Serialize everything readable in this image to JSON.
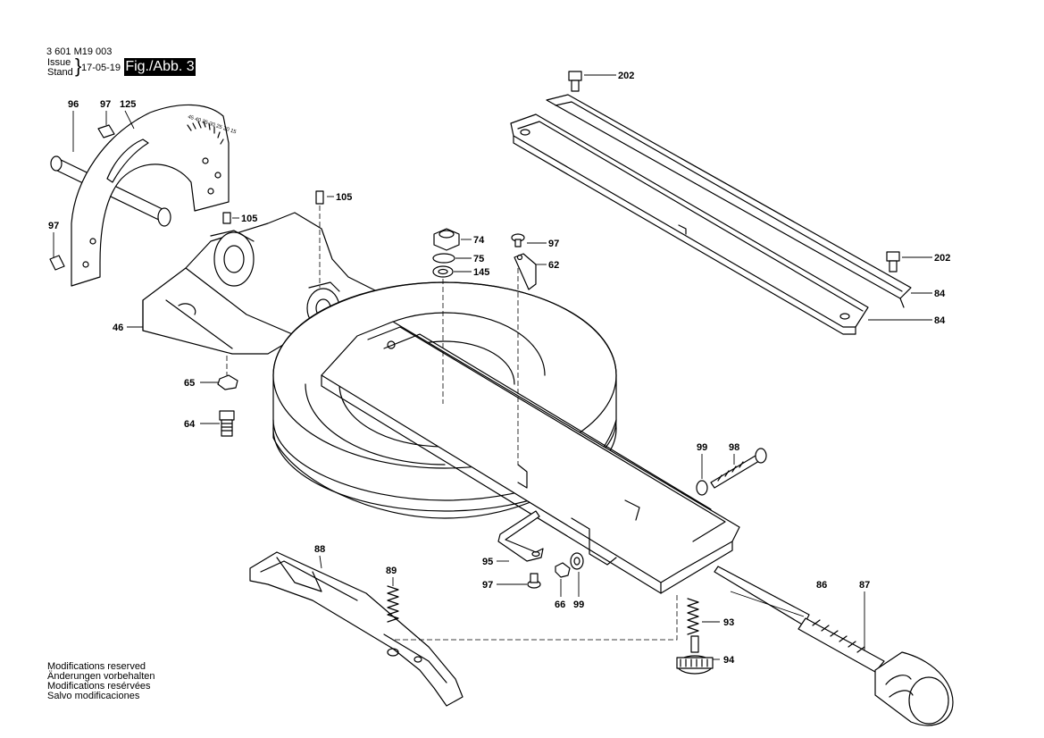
{
  "header": {
    "doc_number": "3 601 M19 003",
    "issue_label": "Issue",
    "stand_label": "Stand",
    "date": "17-05-19",
    "figure": "Fig./Abb. 3"
  },
  "notes": [
    "Modifications reserved",
    "Änderungen vorbehalten",
    "Modifications resérvées",
    "Salvo modificaciones"
  ],
  "scale_marks": "45 40 35 30 25 20 15",
  "callouts": [
    {
      "id": "c96a",
      "label": "96"
    },
    {
      "id": "c97a",
      "label": "97"
    },
    {
      "id": "c125",
      "label": "125"
    },
    {
      "id": "c97b",
      "label": "97"
    },
    {
      "id": "c105a",
      "label": "105"
    },
    {
      "id": "c105b",
      "label": "105"
    },
    {
      "id": "c46",
      "label": "46"
    },
    {
      "id": "c65",
      "label": "65"
    },
    {
      "id": "c64",
      "label": "64"
    },
    {
      "id": "c74",
      "label": "74"
    },
    {
      "id": "c75",
      "label": "75"
    },
    {
      "id": "c145",
      "label": "145"
    },
    {
      "id": "c97c",
      "label": "97"
    },
    {
      "id": "c62",
      "label": "62"
    },
    {
      "id": "c202a",
      "label": "202"
    },
    {
      "id": "c202b",
      "label": "202"
    },
    {
      "id": "c84a",
      "label": "84"
    },
    {
      "id": "c84b",
      "label": "84"
    },
    {
      "id": "c99a",
      "label": "99"
    },
    {
      "id": "c98",
      "label": "98"
    },
    {
      "id": "c88",
      "label": "88"
    },
    {
      "id": "c89",
      "label": "89"
    },
    {
      "id": "c95",
      "label": "95"
    },
    {
      "id": "c97d",
      "label": "97"
    },
    {
      "id": "c66",
      "label": "66"
    },
    {
      "id": "c99b",
      "label": "99"
    },
    {
      "id": "c86",
      "label": "86"
    },
    {
      "id": "c87",
      "label": "87"
    },
    {
      "id": "c93",
      "label": "93"
    },
    {
      "id": "c94",
      "label": "94"
    }
  ]
}
